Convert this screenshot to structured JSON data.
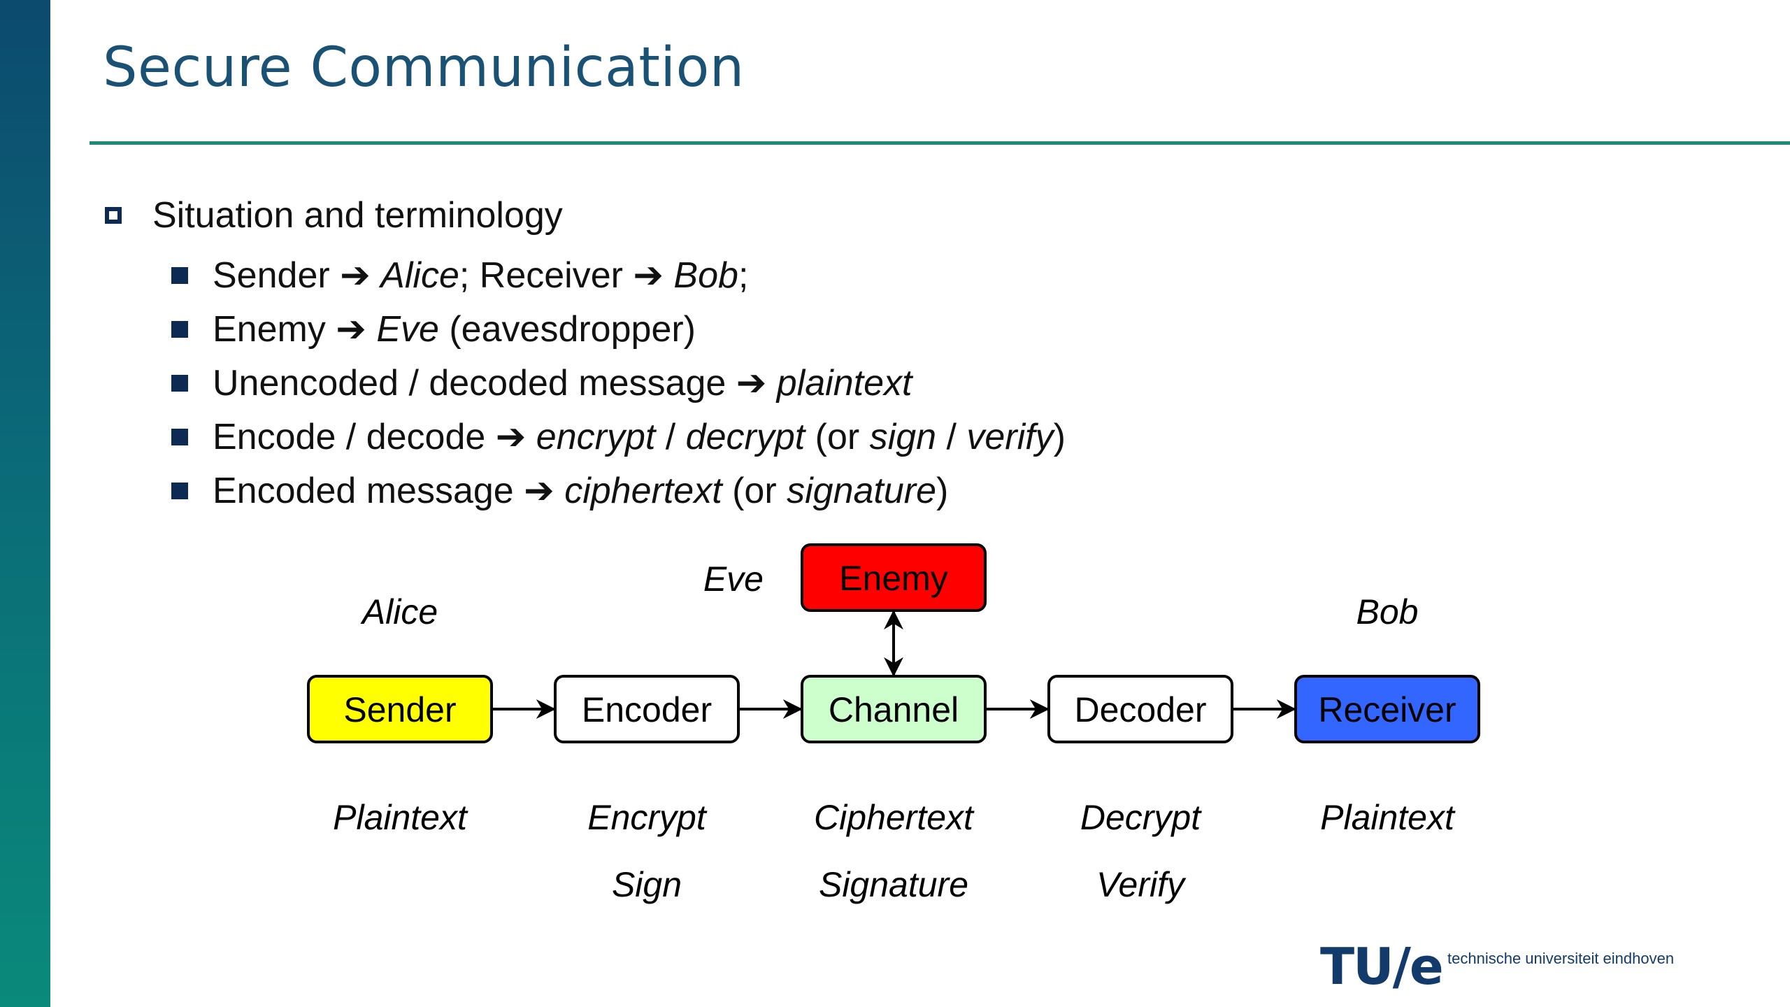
{
  "slide": {
    "title": "Secure Communication",
    "bullet_main": "Situation and terminology",
    "bullets": [
      [
        {
          "t": "Sender ➔ ",
          "i": false
        },
        {
          "t": "Alice",
          "i": true
        },
        {
          "t": "; Receiver ➔ ",
          "i": false
        },
        {
          "t": "Bob",
          "i": true
        },
        {
          "t": ";",
          "i": false
        }
      ],
      [
        {
          "t": "Enemy ➔ ",
          "i": false
        },
        {
          "t": "Eve",
          "i": true
        },
        {
          "t": " (eavesdropper)",
          "i": false
        }
      ],
      [
        {
          "t": "Unencoded / decoded message ➔ ",
          "i": false
        },
        {
          "t": "plaintext",
          "i": true
        }
      ],
      [
        {
          "t": "Encode / decode ➔ ",
          "i": false
        },
        {
          "t": "encrypt",
          "i": true
        },
        {
          "t": " / ",
          "i": false
        },
        {
          "t": "decrypt",
          "i": true
        },
        {
          "t": " (or ",
          "i": false
        },
        {
          "t": "sign",
          "i": true
        },
        {
          "t": " / ",
          "i": false
        },
        {
          "t": "verify",
          "i": true
        },
        {
          "t": ")",
          "i": false
        }
      ],
      [
        {
          "t": "Encoded message ➔ ",
          "i": false
        },
        {
          "t": "ciphertext",
          "i": true
        },
        {
          "t": " (or ",
          "i": false
        },
        {
          "t": "signature",
          "i": true
        },
        {
          "t": ")",
          "i": false
        }
      ]
    ]
  },
  "diagram": {
    "nodes": [
      {
        "id": "sender",
        "label": "Sender",
        "fill": "#ffff00",
        "text": "#000000",
        "role": "Alice",
        "captions": [
          "Plaintext"
        ]
      },
      {
        "id": "encoder",
        "label": "Encoder",
        "fill": "#ffffff",
        "text": "#000000",
        "role": "",
        "captions": [
          "Encrypt",
          "Sign"
        ]
      },
      {
        "id": "channel",
        "label": "Channel",
        "fill": "#ccffcc",
        "text": "#000000",
        "role": "",
        "captions": [
          "Ciphertext",
          "Signature"
        ]
      },
      {
        "id": "decoder",
        "label": "Decoder",
        "fill": "#ffffff",
        "text": "#000000",
        "role": "",
        "captions": [
          "Decrypt",
          "Verify"
        ]
      },
      {
        "id": "receiver",
        "label": "Receiver",
        "fill": "#3366ff",
        "text": "#000000",
        "role": "Bob",
        "captions": [
          "Plaintext"
        ]
      }
    ],
    "enemy": {
      "label": "Enemy",
      "fill": "#ff0000",
      "text": "#000000",
      "role": "Eve"
    }
  },
  "logo": {
    "mark": "TU/e",
    "subtitle": "technische universiteit eindhoven"
  },
  "colors": {
    "title": "#1a5276",
    "rule": "#1f8a77",
    "bullet": "#0d2a52"
  }
}
